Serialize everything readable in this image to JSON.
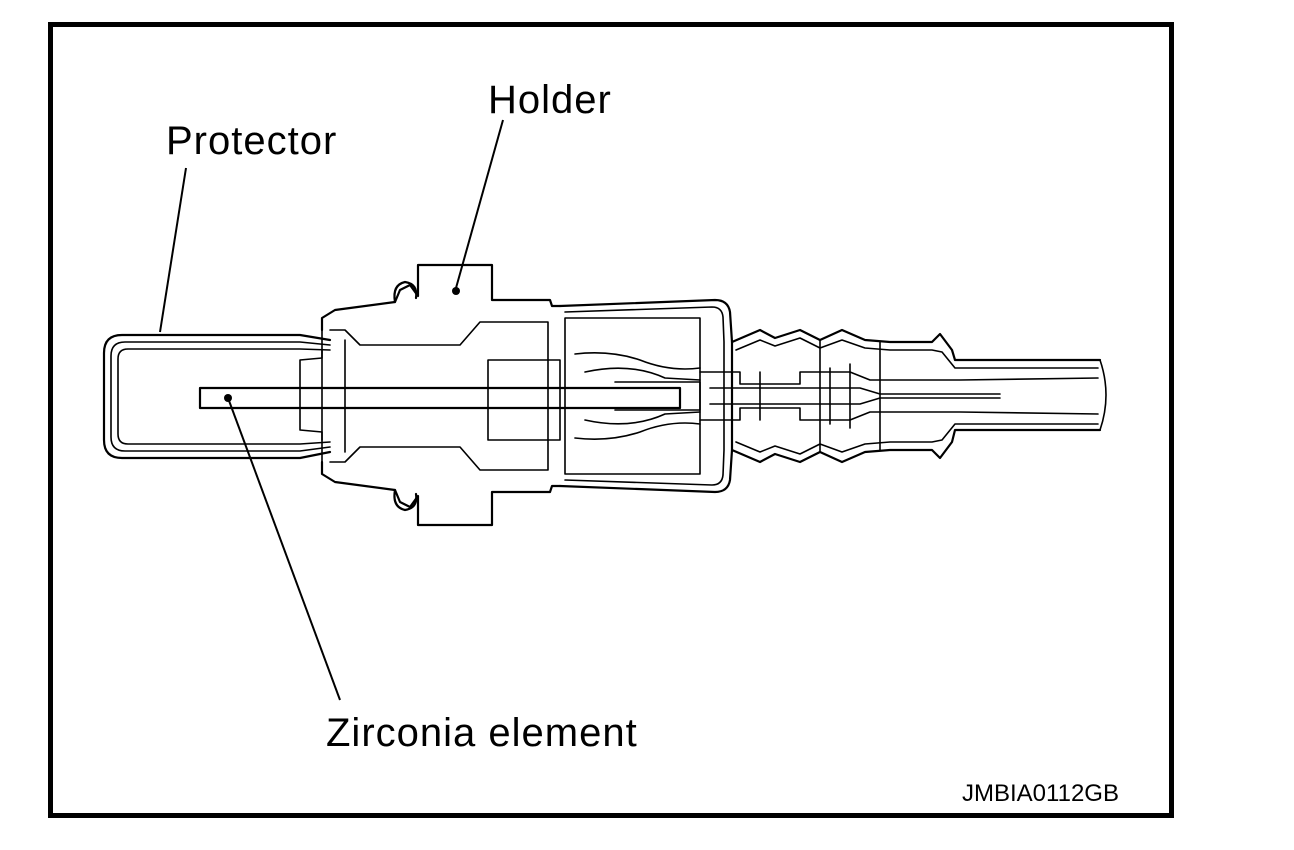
{
  "labels": {
    "holder": "Holder",
    "protector": "Protector",
    "zirconia_element": "Zirconia element"
  },
  "figure_code": "JMBIA0112GB",
  "colors": {
    "ink": "#000000",
    "background": "#ffffff"
  }
}
